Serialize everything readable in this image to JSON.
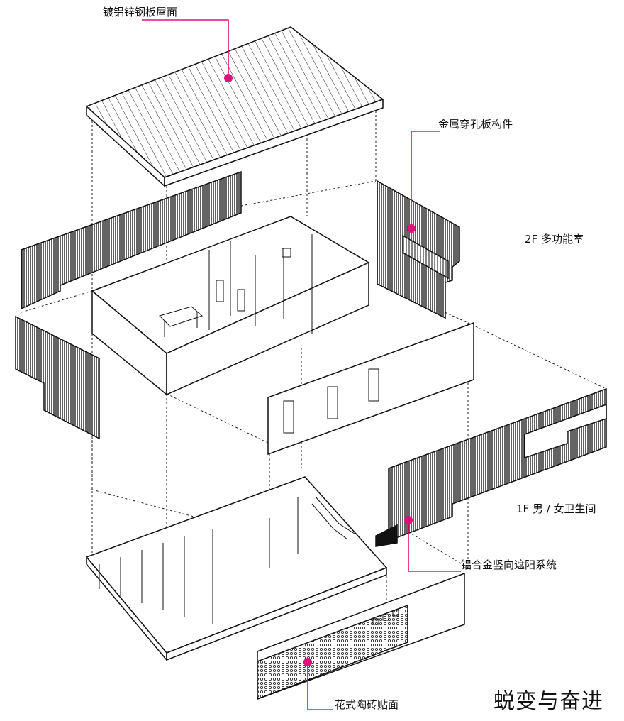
{
  "labels": {
    "roof": "镀铝锌钢板屋面",
    "perforated": "金属穿孔板构件",
    "aluminum": "铝合金竖向遮阳系统",
    "tiles": "花式陶砖贴面"
  },
  "floors": {
    "second": "2F 多功能室",
    "first": "1F 男 / 女卫生间"
  },
  "brand": "蜕变与奋进",
  "accent_color": "#e0107a"
}
